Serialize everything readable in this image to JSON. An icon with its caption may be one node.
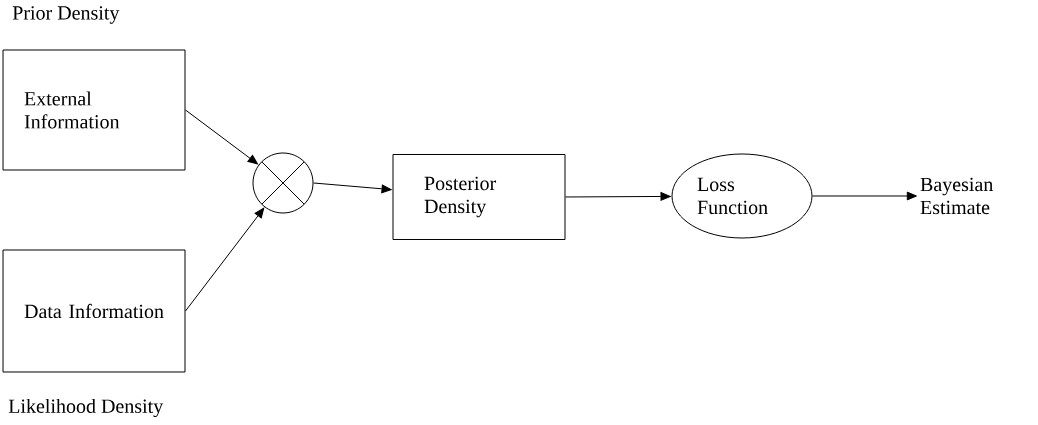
{
  "diagram": {
    "nodes": [
      {
        "text": [
          "External Information"
        ],
        "beside": [
          "Prior Density"
        ]
      },
      {
        "text": [
          "Data Information"
        ],
        "beside": [
          "Likelihood Density"
        ]
      },
      {
        "text": [],
        "shape": "circle"
      },
      {
        "text": [
          "Posterior Density"
        ]
      },
      {
        "text": [
          "Loss Function"
        ]
      },
      {
        "text": [
          "Bayesian Estimate"
        ]
      }
    ],
    "edges": [
      {
        "from": 0,
        "to": 2,
        "arrow": "to"
      },
      {
        "from": 1,
        "to": 2,
        "arrow": "to"
      },
      {
        "from": 2,
        "to": 3,
        "arrow": "to"
      },
      {
        "from": 3,
        "to": 4,
        "arrow": "to"
      },
      {
        "from": 4,
        "to": 5,
        "arrow": "to"
      }
    ]
  }
}
